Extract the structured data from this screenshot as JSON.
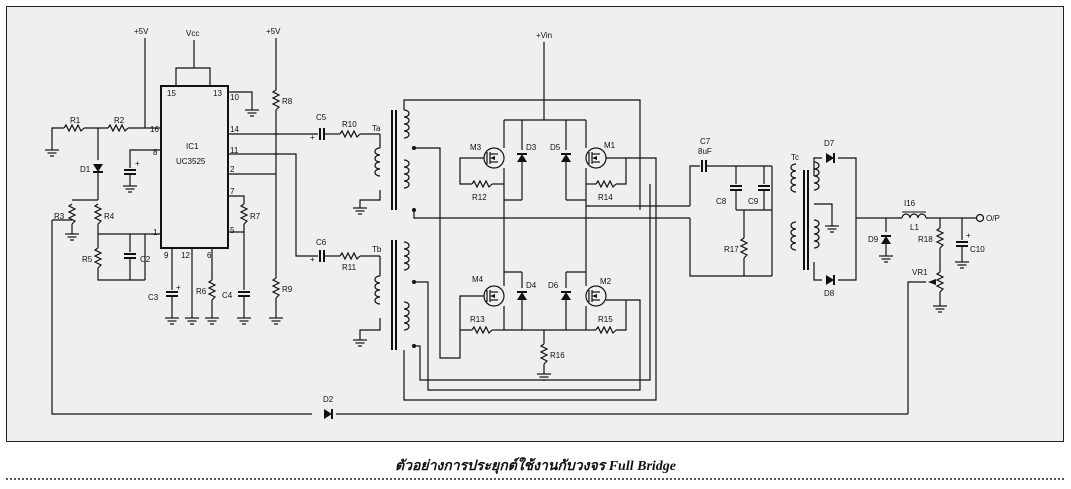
{
  "caption": "ตัวอย่างการประยุกต์ใช้งานกับวงจร Full Bridge",
  "labels": {
    "p5v_a": "+5V",
    "vcc": "Vcc",
    "p5v_b": "+5V",
    "vin": "+Vin",
    "ic1": "IC1",
    "ic_part": "UC3525",
    "r1": "R1",
    "r2": "R2",
    "r3": "R3",
    "r4": "R4",
    "r5": "R5",
    "r6": "R6",
    "r7": "R7",
    "r8": "R8",
    "r9": "R9",
    "r10": "R10",
    "r11": "R11",
    "r12": "R12",
    "r13": "R13",
    "r14": "R14",
    "r15": "R15",
    "r16": "R16",
    "r17": "R17",
    "r18": "R18",
    "c2": "C2",
    "c3": "C3",
    "c4": "C4",
    "c5": "C5",
    "c6": "C6",
    "c7": "C7",
    "c7_val": "8uF",
    "c8": "C8",
    "c9": "C9",
    "c10": "C10",
    "d1": "D1",
    "d2": "D2",
    "d3": "D3",
    "d4": "D4",
    "d5": "D5",
    "d6": "D6",
    "d7": "D7",
    "d8": "D8",
    "d9": "D9",
    "m1": "M1",
    "m2": "M2",
    "m3": "M3",
    "m4": "M4",
    "ta": "Ta",
    "tb": "Tb",
    "tc": "Tc",
    "l1": "L1",
    "i16": "I16",
    "vr1": "VR1",
    "op": "O/P",
    "pin15": "15",
    "pin13": "13",
    "pin10": "10",
    "pin16": "16",
    "pin8": "8",
    "pin14": "14",
    "pin11": "11",
    "pin2": "2",
    "pin7": "7",
    "pin5": "5",
    "pin1": "1",
    "pin9": "9",
    "pin12": "12",
    "pin6": "6"
  }
}
